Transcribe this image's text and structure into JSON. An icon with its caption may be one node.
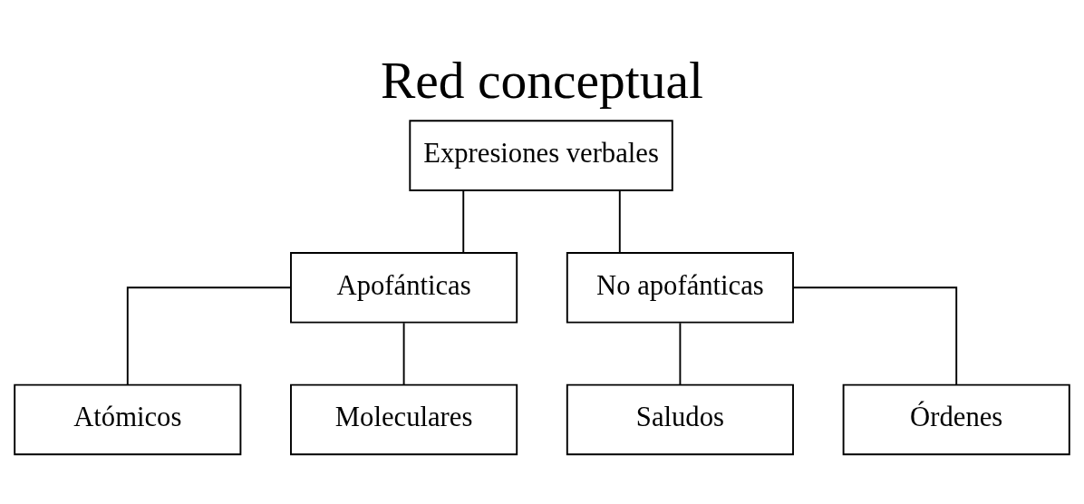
{
  "diagram": {
    "title": "Red conceptual",
    "nodes": [
      {
        "text": [
          "Expresiones verbales"
        ]
      },
      {
        "text": [
          "Apofánticas"
        ]
      },
      {
        "text": [
          "No apofánticas"
        ]
      },
      {
        "text": [
          "Atómicos"
        ]
      },
      {
        "text": [
          "Moleculares"
        ]
      },
      {
        "text": [
          "Saludos"
        ]
      },
      {
        "text": [
          "Órdenes"
        ]
      }
    ],
    "edges": [
      {
        "from": 0,
        "to": 1,
        "arrow": "none"
      },
      {
        "from": 0,
        "to": 2,
        "arrow": "none"
      },
      {
        "from": 1,
        "to": 3,
        "arrow": "none"
      },
      {
        "from": 1,
        "to": 4,
        "arrow": "none"
      },
      {
        "from": 2,
        "to": 5,
        "arrow": "none"
      },
      {
        "from": 2,
        "to": 6,
        "arrow": "none"
      }
    ]
  }
}
